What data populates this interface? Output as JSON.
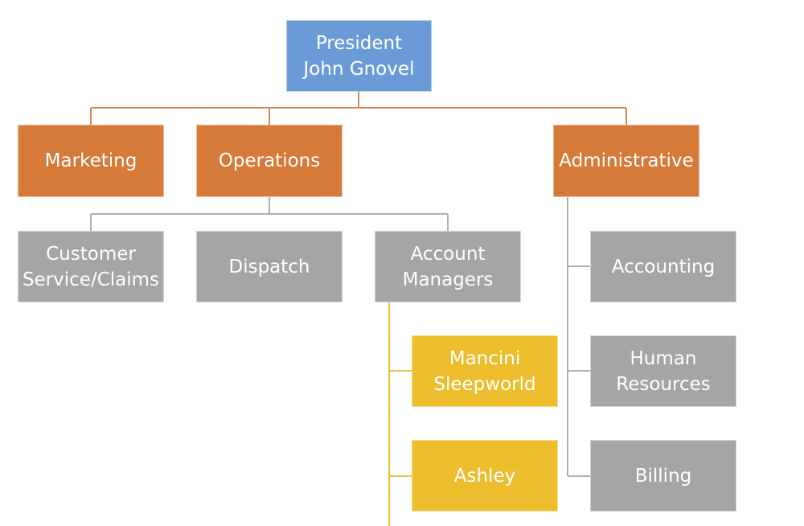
{
  "colors": {
    "president": "#6a9bd6",
    "department": "#d57a38",
    "unit": "#a5a5a5",
    "account": "#ecbd2c",
    "line_orange": "#d08a58",
    "line_gray": "#b0b0b0",
    "line_gold": "#ecc13a"
  },
  "president": {
    "title": "President",
    "name": "John Gnovel"
  },
  "departments": {
    "marketing": "Marketing",
    "operations": "Operations",
    "administrative": "Administrative"
  },
  "operations_units": {
    "customer_line1": "Customer",
    "customer_line2": "Service/Claims",
    "dispatch": "Dispatch",
    "account_line1": "Account",
    "account_line2": "Managers"
  },
  "accounts": {
    "mancini_line1": "Mancini",
    "mancini_line2": "Sleepworld",
    "ashley": "Ashley"
  },
  "administrative_units": {
    "accounting": "Accounting",
    "hr_line1": "Human",
    "hr_line2": "Resources",
    "billing": "Billing"
  }
}
